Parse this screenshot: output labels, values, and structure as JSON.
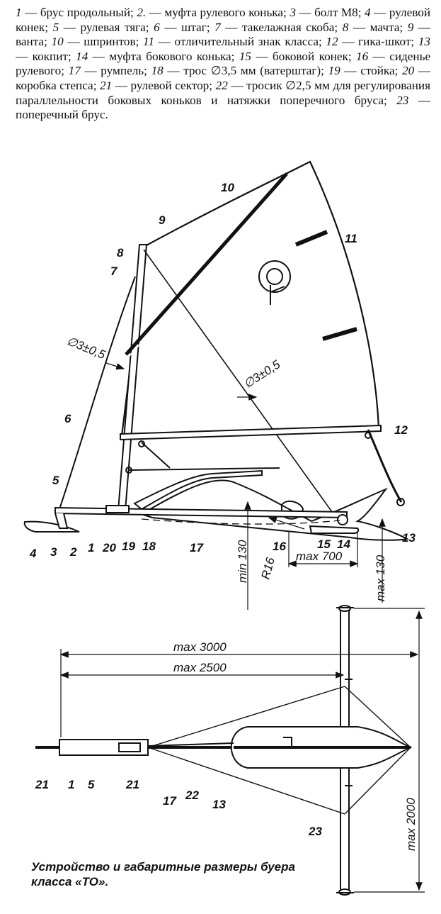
{
  "legend": [
    {
      "num": "1",
      "text": "брус продольный;"
    },
    {
      "num": "2.",
      "text": "муфта рулевого конька;"
    },
    {
      "num": "3",
      "text": "болт М8;"
    },
    {
      "num": "4",
      "text": "рулевой конек;"
    },
    {
      "num": "5",
      "text": "рулевая тяга;"
    },
    {
      "num": "6",
      "text": "штаг;"
    },
    {
      "num": "7",
      "text": "такелажная скоба;"
    },
    {
      "num": "8",
      "text": "мачта;"
    },
    {
      "num": "9",
      "text": "ванта;"
    },
    {
      "num": "10",
      "text": "шпринтов;"
    },
    {
      "num": "11",
      "text": "отличительный знак класса;"
    },
    {
      "num": "12",
      "text": "гика-шкот;"
    },
    {
      "num": "13",
      "text": "кокпит;"
    },
    {
      "num": "14",
      "text": "муфта бокового конька;"
    },
    {
      "num": "15",
      "text": "боковой конек;"
    },
    {
      "num": "16",
      "text": "сиденье рулевого;"
    },
    {
      "num": "17",
      "text": "румпель;"
    },
    {
      "num": "18",
      "text": "трос ∅3,5 мм (ватерштаг);"
    },
    {
      "num": "19",
      "text": "стойка;"
    },
    {
      "num": "20",
      "text": "коробка степса;"
    },
    {
      "num": "21",
      "text": "рулевой сектор;"
    },
    {
      "num": "22",
      "text": "тросик ∅2,5 мм для регулирования параллельности боковых коньков и натяжки поперечного бруса;"
    },
    {
      "num": "23",
      "text": "поперечный брус."
    }
  ],
  "caption": "Устройство и габаритные размеры буера класса «ТО».",
  "side_view": {
    "labels": [
      "1",
      "2",
      "3",
      "4",
      "5",
      "6",
      "7",
      "8",
      "9",
      "10",
      "11",
      "12",
      "13",
      "14",
      "15",
      "16",
      "17",
      "18",
      "19",
      "20"
    ],
    "dims": {
      "stay_dia": "∅3±0,5",
      "shroud_dia": "∅3±0,5",
      "min130": "min 130",
      "r16": "R16",
      "max700": "max 700",
      "max130": "max 130"
    }
  },
  "top_view": {
    "labels": [
      "21",
      "1",
      "5",
      "21",
      "17",
      "22",
      "13",
      "23"
    ],
    "dims": {
      "max3000": "max 3000",
      "max2500": "max 2500",
      "max2000": "max 2000"
    }
  }
}
